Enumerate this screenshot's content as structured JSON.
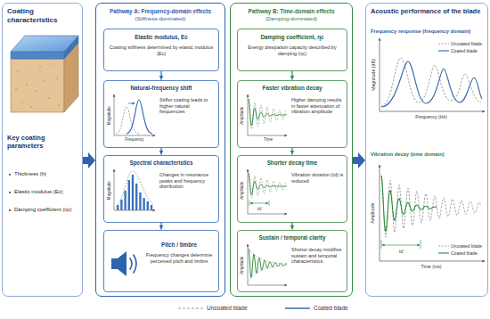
{
  "diagram": {
    "nodes": [
      {
        "text": [
          "Coating characteristics",
          "Key coating parameters",
          "Thickness (h)",
          "Elastic modulus (Ec)",
          "Damping coefficient (ηc)"
        ]
      },
      {
        "text": [
          "Pathway A: Frequency-domain effects",
          "(Stiffness-dominated)"
        ]
      },
      {
        "text": [
          "Elastic modulus, Ec",
          "Coating stiffness determined by elastic modulus (Ec)"
        ],
        "in": 1
      },
      {
        "text": [
          "Natural-frequency shift",
          "Stiffer coating leads to higher natural frequencies"
        ],
        "in": 1
      },
      {
        "text": [
          "Spectral characteristics",
          "Changes in resonance peaks and frequency distribution"
        ],
        "in": 1
      },
      {
        "text": [
          "Pitch / timbre",
          "Frequency changes determine perceived pitch and timbre"
        ],
        "in": 1
      },
      {
        "text": [
          "Pathway B: Time-domain effects",
          "(Damping-dominated)"
        ]
      },
      {
        "text": [
          "Damping coefficient, ηc",
          "Energy dissipation capacity described by damping (ηc)"
        ],
        "in": 6
      },
      {
        "text": [
          "Faster vibration decay",
          "Higher damping results in faster attenuation of vibration amplitude"
        ],
        "in": 6
      },
      {
        "text": [
          "Shorter decay time",
          "Vibration duration (td) is reduced"
        ],
        "in": 6
      },
      {
        "text": [
          "Sustain / temporal clarity",
          "Shorter decay modifies sustain and temporal characteristics."
        ],
        "in": 6
      },
      {
        "text": [
          "Acoustic performance of the blade",
          "Frequency response (frequency domain)",
          "Vibration decay (time domain)"
        ]
      }
    ],
    "edges": [
      {
        "from": 0,
        "to": 1,
        "arrow": "to"
      },
      {
        "from": 2,
        "to": 3,
        "arrow": "to"
      },
      {
        "from": 3,
        "to": 4,
        "arrow": "to"
      },
      {
        "from": 4,
        "to": 5,
        "arrow": "to"
      },
      {
        "from": 7,
        "to": 8,
        "arrow": "to"
      },
      {
        "from": 8,
        "to": 9,
        "arrow": "to"
      },
      {
        "from": 9,
        "to": 10,
        "arrow": "to"
      },
      {
        "from": 6,
        "to": 11,
        "arrow": "to"
      }
    ],
    "labels": [
      "Magnitude",
      "Frequency",
      "Magnitude",
      "Amplitude",
      "Time",
      "Amplitude",
      "td",
      "Amplitude",
      "Magnitude (dB)",
      "Frequency (Hz)",
      "Uncoated blade",
      "Coated blade",
      "Amplitude",
      "td",
      "Uncoated blade",
      "Coated blade",
      "Time (ms)"
    ],
    "legend": [
      {
        "text": "Uncoated blade"
      },
      {
        "text": "Coated blade"
      }
    ]
  }
}
